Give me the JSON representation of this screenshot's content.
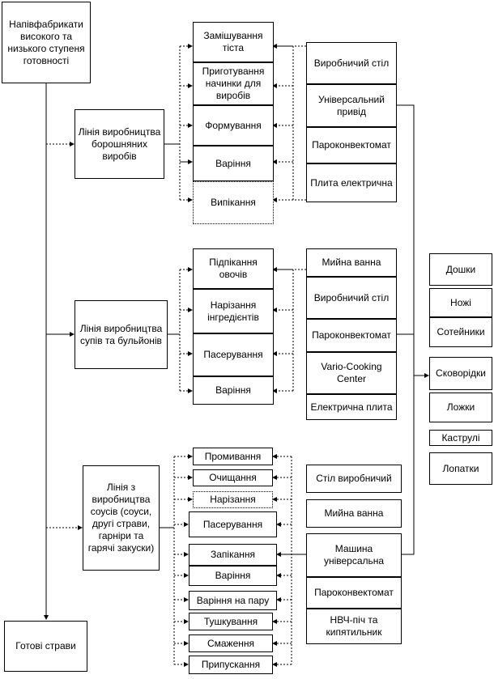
{
  "top_box": "Напівфабрикати високого та низького ступеня готовності",
  "final_box": "Готові страви",
  "line1": {
    "title": "Лінія виробництва борошняних виробів",
    "steps": [
      "Замішування тіста",
      "Приготування начинки для виробів",
      "Формування",
      "Варіння",
      "Випікання"
    ],
    "equipment": [
      "Виробничий стіл",
      "Універсальний привід",
      "Пароконвектомат",
      "Плита електрична"
    ]
  },
  "line2": {
    "title": "Лінія виробництва супів та бульйонів",
    "steps": [
      "Підпікання овочів",
      "Нарізання інгредієнтів",
      "Пасерування",
      "Варіння"
    ],
    "equipment": [
      "Мийна ванна",
      "Виробничий стіл",
      "Пароконвектомат",
      "Vario-Cooking Center",
      "Електрична плита"
    ]
  },
  "line3": {
    "title": "Лінія з виробництва соусів (соуси, другі страви, гарніри та гарячі закуски)",
    "steps": [
      "Промивання",
      "Очищання",
      "Нарізання",
      "Пасерування",
      "Запікання",
      "Варіння",
      "Варіння на пару",
      "Тушкування",
      "Смаження",
      "Припускання"
    ],
    "equipment": [
      "Стіл виробничий",
      "Мийна ванна",
      "Машина універсальна",
      "Пароконвектомат",
      "НВЧ-піч та кипятильник"
    ]
  },
  "tools": [
    "Дошки",
    "Ножі",
    "Сотейники",
    "Сковорідки",
    "Ложки",
    "Каструлі",
    "Лопатки"
  ]
}
